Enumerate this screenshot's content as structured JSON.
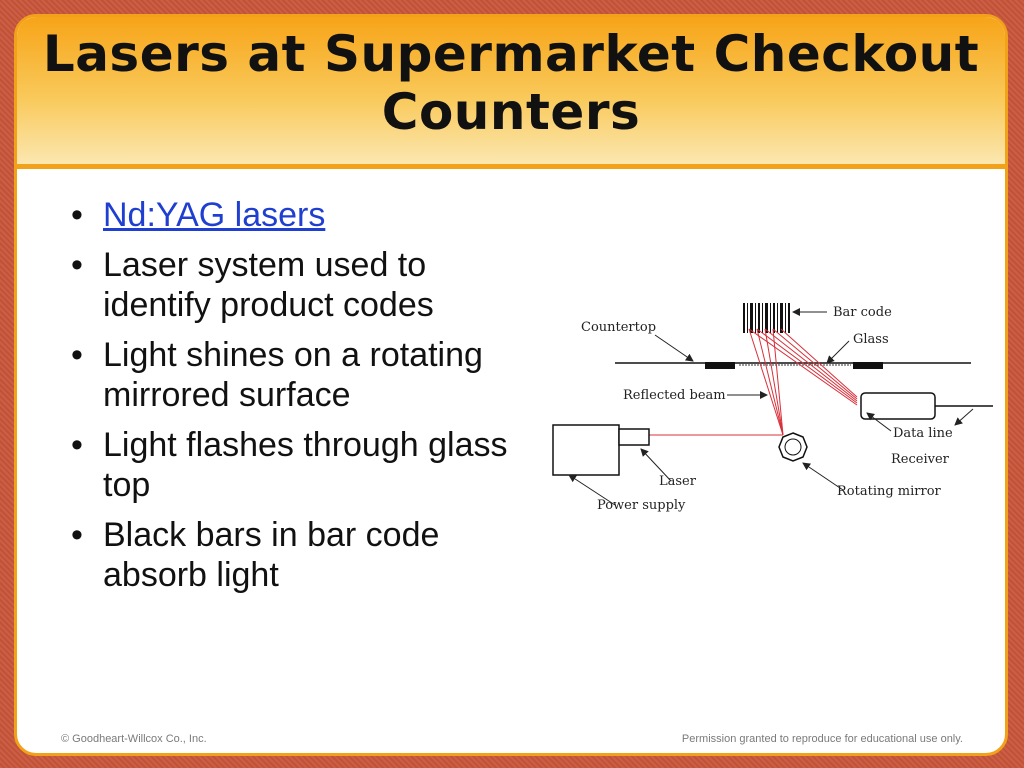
{
  "slide": {
    "title": "Lasers at Supermarket Checkout Counters",
    "bullets": [
      {
        "text": "Nd:YAG lasers",
        "is_link": true
      },
      {
        "text": "Laser system used to identify product codes",
        "is_link": false
      },
      {
        "text": "Light shines on a rotating mirrored surface",
        "is_link": false
      },
      {
        "text": "Light flashes through glass top",
        "is_link": false
      },
      {
        "text": "Black bars in bar code absorb light",
        "is_link": false
      }
    ],
    "bullet_symbol": "•",
    "footer_left": "© Goodheart-Willcox Co., Inc.",
    "footer_right": "Permission granted to reproduce for educational use only."
  },
  "diagram_labels": {
    "bar_code": "Bar code",
    "countertop": "Countertop",
    "glass": "Glass",
    "reflected_beam": "Reflected beam",
    "data_line": "Data line",
    "receiver": "Receiver",
    "laser": "Laser",
    "rotating_mirror": "Rotating mirror",
    "power_supply": "Power supply"
  },
  "colors": {
    "title_band": "#f7a418",
    "border": "#f2a21a",
    "outer_bg": "#c8553a",
    "link": "#1f3fd0",
    "beam": "#d8303a"
  }
}
